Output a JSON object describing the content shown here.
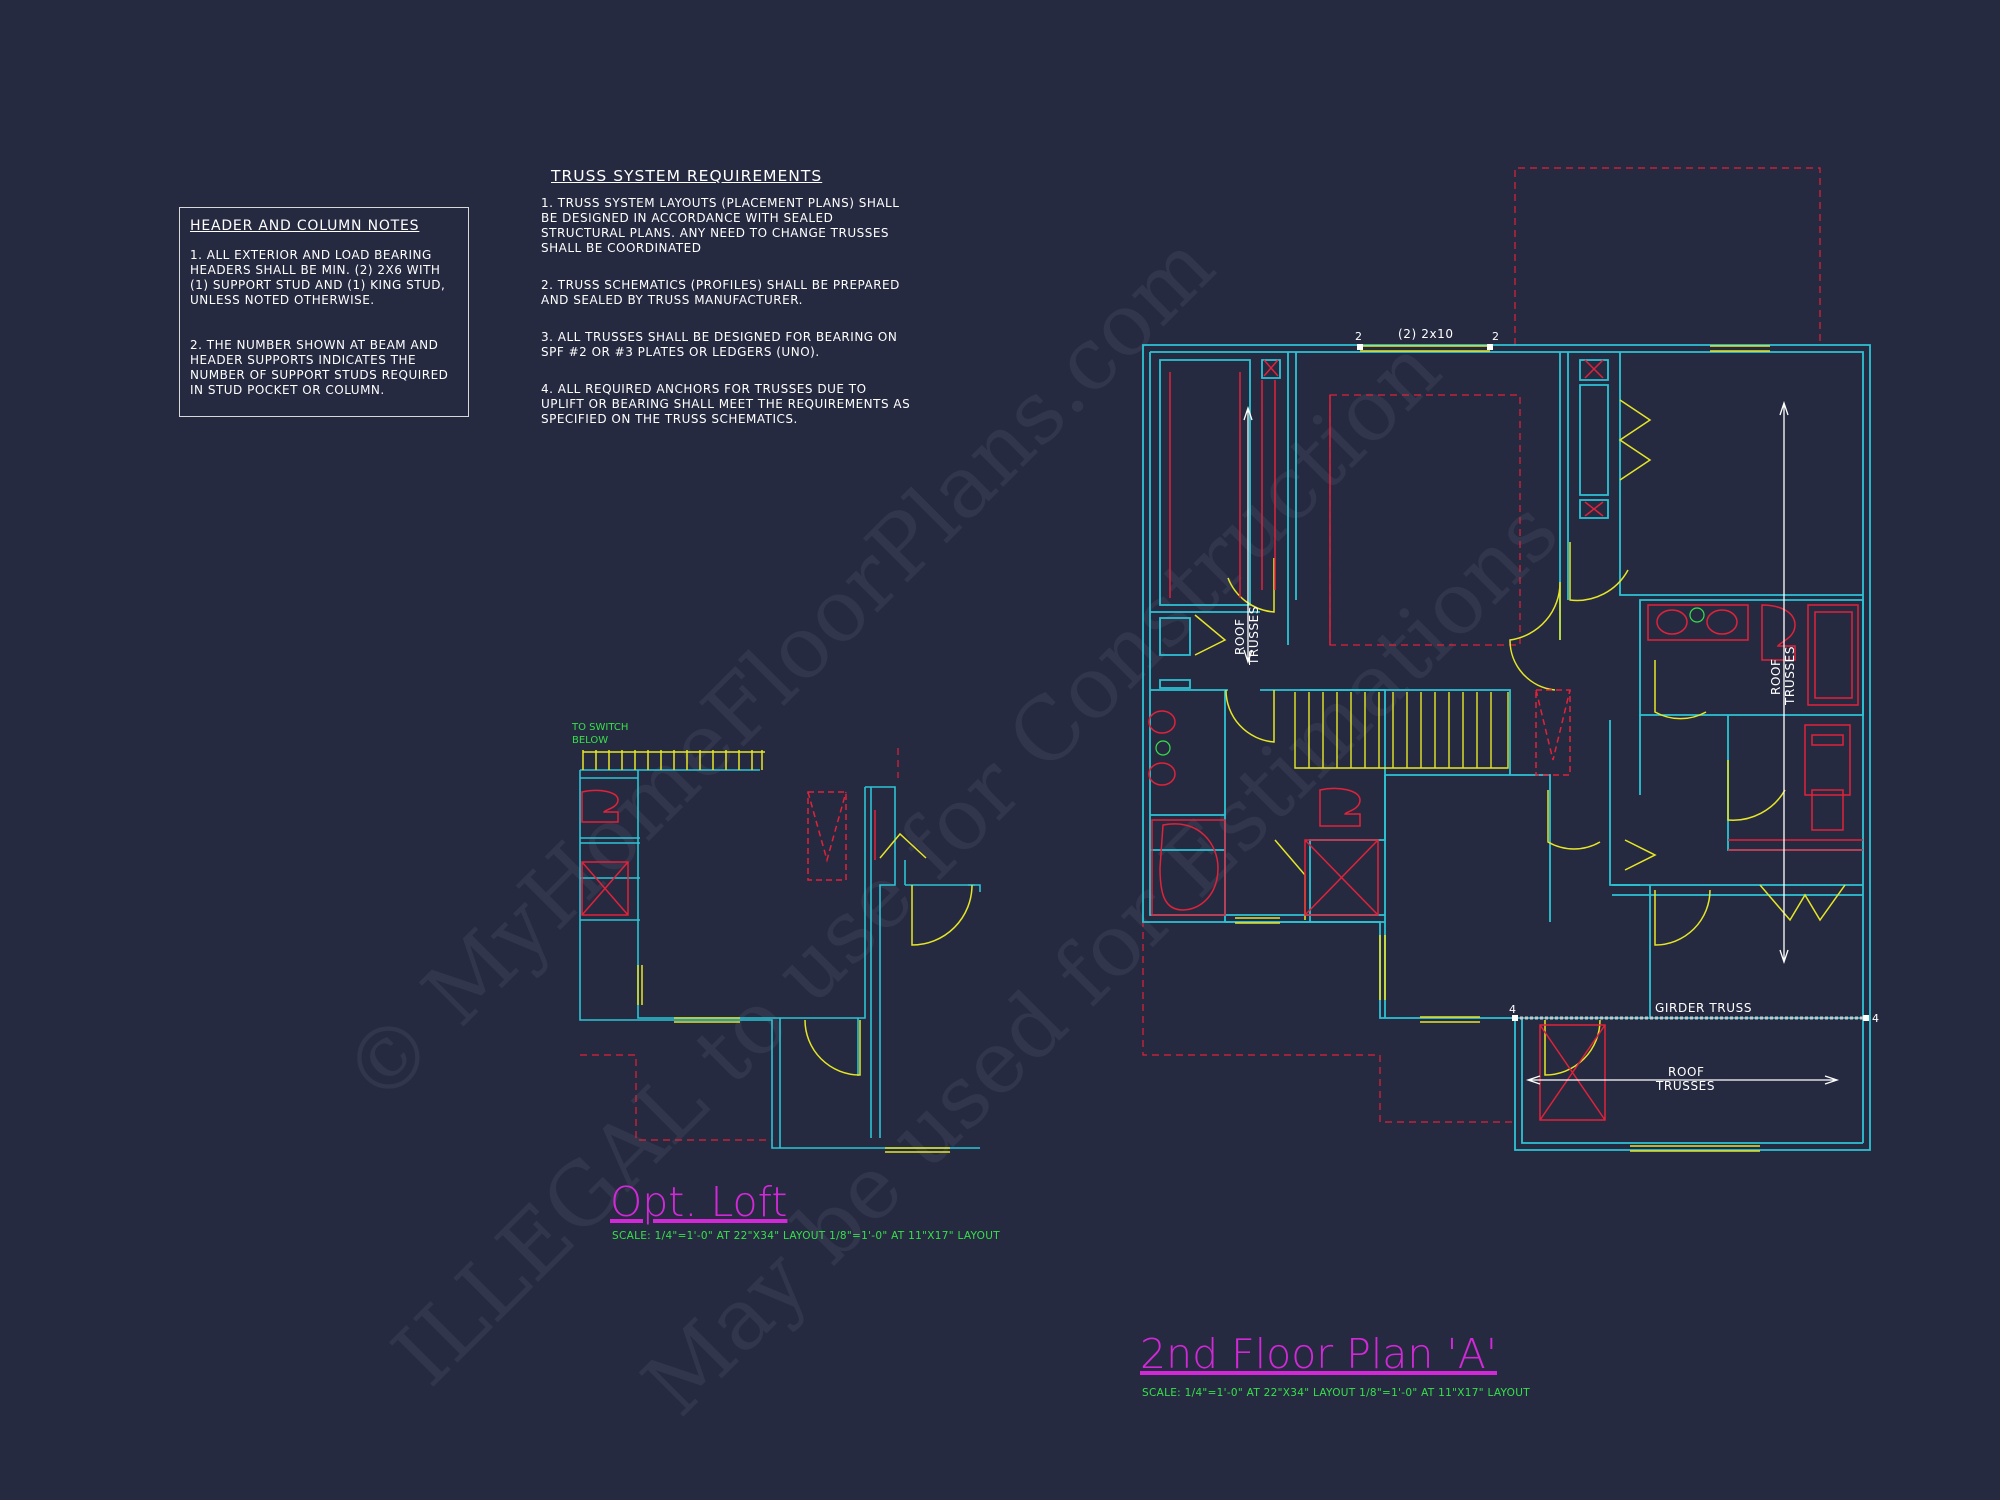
{
  "header_notes": {
    "title": "HEADER AND COLUMN NOTES",
    "items": [
      "1. ALL EXTERIOR AND LOAD BEARING HEADERS SHALL BE MIN. (2) 2x6 WITH (1) SUPPORT STUD AND (1) KING STUD, UNLESS NOTED OTHERWISE.",
      "2. THE NUMBER SHOWN AT BEAM AND HEADER SUPPORTS INDICATES THE NUMBER OF SUPPORT STUDS REQUIRED IN STUD POCKET OR COLUMN."
    ]
  },
  "truss_requirements": {
    "title": "TRUSS SYSTEM REQUIREMENTS",
    "items": [
      "1. TRUSS SYSTEM LAYOUTS (PLACEMENT PLANS) SHALL BE DESIGNED IN ACCORDANCE WITH SEALED STRUCTURAL PLANS. ANY NEED TO CHANGE TRUSSES SHALL BE COORDINATED",
      "2. TRUSS SCHEMATICS (PROFILES) SHALL BE PREPARED AND SEALED BY TRUSS MANUFACTURER.",
      "3. ALL TRUSSES SHALL BE DESIGNED FOR BEARING ON SPF #2 OR #3 PLATES OR LEDGERS (UNO).",
      "4. ALL REQUIRED ANCHORS FOR TRUSSES DUE TO UPLIFT OR BEARING SHALL MEET THE REQUIREMENTS AS SPECIFIED ON THE TRUSS SCHEMATICS."
    ]
  },
  "loft": {
    "title": "Opt. Loft",
    "scale": "SCALE: 1/4\"=1'-0\" AT 22\"X34\" LAYOUT    1/8\"=1'-0\" AT 11\"X17\" LAYOUT",
    "switch_note_1": "TO SWITCH",
    "switch_note_2": "BELOW"
  },
  "plan": {
    "title": "2nd Floor Plan 'A'",
    "scale": "SCALE: 1/4\"=1'-0\" AT 22\"X34\" LAYOUT    1/8\"=1'-0\" AT 11\"X17\" LAYOUT",
    "header_label": "(2) 2x10",
    "stud_count_top": "2",
    "stud_count_girder": "4",
    "girder_label": "GIRDER TRUSS",
    "roof_trusses_1": "ROOF",
    "roof_trusses_2": "TRUSSES"
  },
  "watermark": {
    "line1": "© MyHomeFloorPlans.com",
    "line2": "ILLEGAL to use for Construction",
    "line3": "May be used for Estimations"
  },
  "colors": {
    "background": "#262a41",
    "walls": "#2bc4d4",
    "fixtures": "#e0223a",
    "doors": "#e6e626",
    "titles": "#d228d8",
    "scale_text": "#36e04a"
  }
}
